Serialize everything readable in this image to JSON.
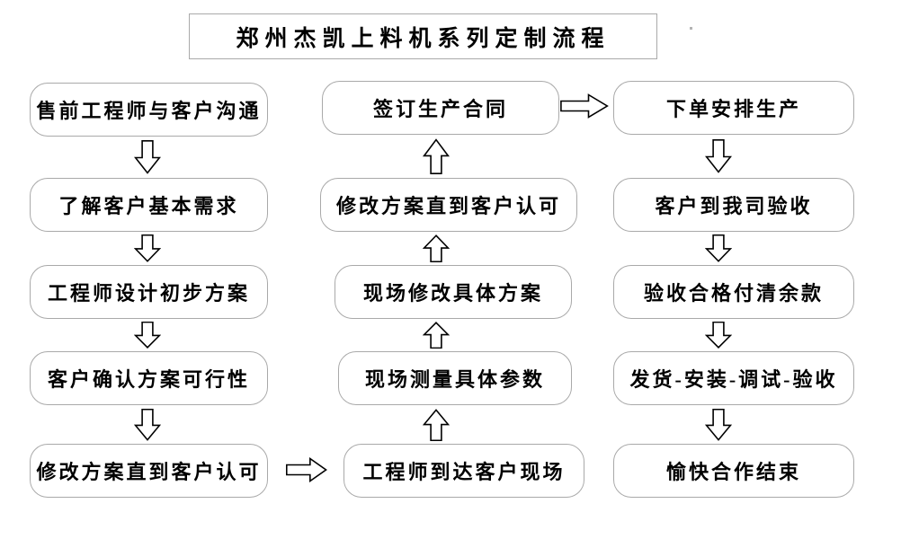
{
  "page": {
    "background": "#ffffff"
  },
  "title": {
    "text": "郑州杰凯上料机系列定制流程"
  },
  "colors": {
    "box_border": "#a9a9a9",
    "box_fill": "#ffffff",
    "text": "#000000",
    "arrow_outline": "#000000",
    "arrow_fill": "#ffffff"
  },
  "flowchart": {
    "columns": [
      {
        "name": "left",
        "flow_direction": "top-to-bottom",
        "steps": [
          "售前工程师与客户沟通",
          "了解客户基本需求",
          "工程师设计初步方案",
          "客户确认方案可行性",
          "修改方案直到客户认可"
        ]
      },
      {
        "name": "middle",
        "flow_direction": "bottom-to-top",
        "steps": [
          "签订生产合同",
          "修改方案直到客户认可",
          "现场修改具体方案",
          "现场测量具体参数",
          "工程师到达客户现场"
        ]
      },
      {
        "name": "right",
        "flow_direction": "top-to-bottom",
        "steps": [
          "下单安排生产",
          "客户到我司验收",
          "验收合格付清余款",
          "发货-安装-调试-验收",
          "愉快合作结束"
        ]
      }
    ],
    "connectors": {
      "left_to_middle": "bottom row, arrow pointing right",
      "middle_to_right": "top row, arrow pointing right"
    }
  }
}
